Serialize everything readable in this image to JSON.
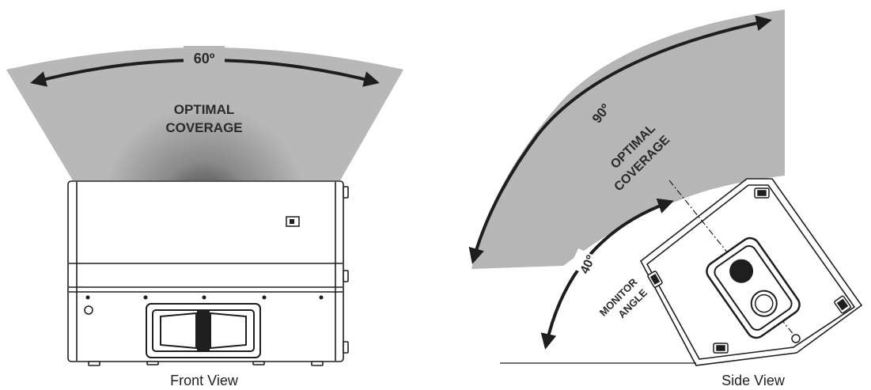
{
  "front_view": {
    "angle_label": "60º",
    "coverage_line1": "OPTIMAL",
    "coverage_line2": "COVERAGE",
    "caption": "Front View"
  },
  "side_view": {
    "angle_label": "90º",
    "coverage_line1": "OPTIMAL",
    "coverage_line2": "COVERAGE",
    "monitor_angle_value": "40º",
    "monitor_line1": "MONITOR",
    "monitor_line2": "ANGLE",
    "caption": "Side View"
  },
  "colors": {
    "coverage_fill": "#b4b4b4",
    "cabinet_stroke": "#1e1e1e",
    "arrow": "#1e1e1e"
  }
}
